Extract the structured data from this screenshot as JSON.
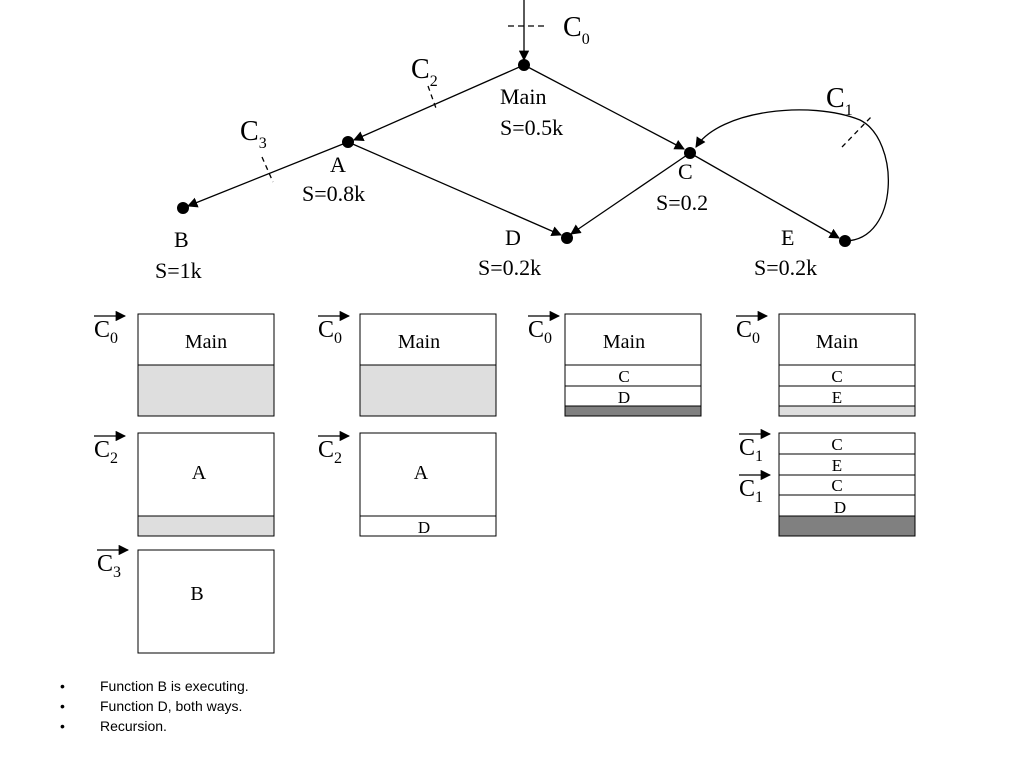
{
  "graph": {
    "nodes": {
      "main": {
        "name": "Main",
        "size": "S=0.5k"
      },
      "a": {
        "name": "A",
        "size": "S=0.8k"
      },
      "b": {
        "name": "B",
        "size": "S=1k"
      },
      "c": {
        "name": "C",
        "size": "S=0.2"
      },
      "d": {
        "name": "D",
        "size": "S=0.2k"
      },
      "e": {
        "name": "E",
        "size": "S=0.2k"
      }
    },
    "cuts": {
      "c0": {
        "letter": "C",
        "sub": "0"
      },
      "c1": {
        "letter": "C",
        "sub": "1"
      },
      "c2": {
        "letter": "C",
        "sub": "2"
      },
      "c3": {
        "letter": "C",
        "sub": "3"
      }
    }
  },
  "stacks": {
    "col1": {
      "c0_label": {
        "letter": "C",
        "sub": "0"
      },
      "box1_title": "Main",
      "c2_label": {
        "letter": "C",
        "sub": "2"
      },
      "box2_title": "A",
      "c3_label": {
        "letter": "C",
        "sub": "3"
      },
      "box3_title": "B"
    },
    "col2": {
      "c0_label": {
        "letter": "C",
        "sub": "0"
      },
      "box1_title": "Main",
      "c2_label": {
        "letter": "C",
        "sub": "2"
      },
      "box2_title": "A",
      "box2_slot": "D"
    },
    "col3": {
      "c0_label": {
        "letter": "C",
        "sub": "0"
      },
      "box1_title": "Main",
      "slot1": "C",
      "slot2": "D"
    },
    "col4": {
      "c0_label": {
        "letter": "C",
        "sub": "0"
      },
      "box1_title": "Main",
      "slot1": "C",
      "slot2": "E",
      "c1a_label": {
        "letter": "C",
        "sub": "1"
      },
      "c1b_label": {
        "letter": "C",
        "sub": "1"
      },
      "box2_slots": [
        "C",
        "E",
        "C",
        "D"
      ]
    }
  },
  "colors": {
    "light_fill": "#dedede",
    "dark_fill": "#808080"
  },
  "bullets": [
    "Function B is executing.",
    "Function D, both ways.",
    "Recursion."
  ],
  "bullet_marker": "•"
}
